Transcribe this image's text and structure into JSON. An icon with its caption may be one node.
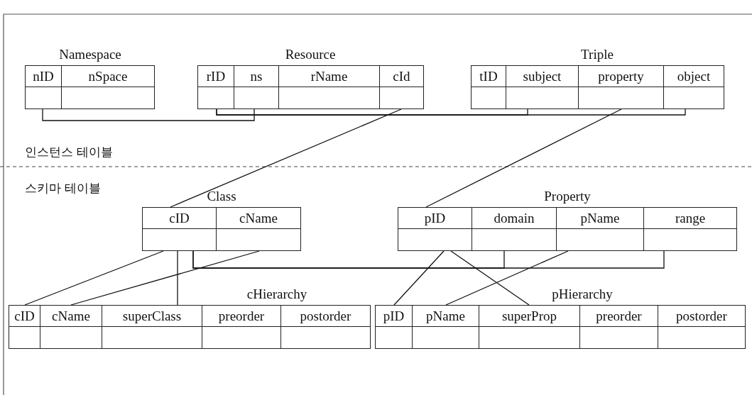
{
  "diagram": {
    "nodes": [
      {
        "text": [
          "Namespace"
        ]
      },
      {
        "text": [
          "nID"
        ],
        "in": 0
      },
      {
        "text": [
          "nSpace"
        ],
        "in": 0
      },
      {
        "text": [
          "Resource"
        ]
      },
      {
        "text": [
          "rID"
        ],
        "in": 3
      },
      {
        "text": [
          "ns"
        ],
        "in": 3
      },
      {
        "text": [
          "rName"
        ],
        "in": 3
      },
      {
        "text": [
          "cId"
        ],
        "in": 3
      },
      {
        "text": [
          "Triple"
        ]
      },
      {
        "text": [
          "tID"
        ],
        "in": 8
      },
      {
        "text": [
          "subject"
        ],
        "in": 8
      },
      {
        "text": [
          "property"
        ],
        "in": 8
      },
      {
        "text": [
          "object"
        ],
        "in": 8
      },
      {
        "text": [
          "Class"
        ]
      },
      {
        "text": [
          "cID"
        ],
        "in": 13
      },
      {
        "text": [
          "cName"
        ],
        "in": 13
      },
      {
        "text": [
          "Property"
        ]
      },
      {
        "text": [
          "pID"
        ],
        "in": 16
      },
      {
        "text": [
          "domain"
        ],
        "in": 16
      },
      {
        "text": [
          "pName"
        ],
        "in": 16
      },
      {
        "text": [
          "range"
        ],
        "in": 16
      },
      {
        "text": [
          "cHierarchy"
        ]
      },
      {
        "text": [
          "cID"
        ],
        "in": 21
      },
      {
        "text": [
          "cName"
        ],
        "in": 21
      },
      {
        "text": [
          "superClass"
        ],
        "in": 21
      },
      {
        "text": [
          "preorder"
        ],
        "in": 21
      },
      {
        "text": [
          "postorder"
        ],
        "in": 21
      },
      {
        "text": [
          "pHierarchy"
        ]
      },
      {
        "text": [
          "pID"
        ],
        "in": 27
      },
      {
        "text": [
          "pName"
        ],
        "in": 27
      },
      {
        "text": [
          "superProp"
        ],
        "in": 27
      },
      {
        "text": [
          "preorder"
        ],
        "in": 27
      },
      {
        "text": [
          "postorder"
        ],
        "in": 27
      }
    ],
    "edges": [
      {
        "from": 1,
        "to": 5,
        "arrow": "none"
      },
      {
        "from": 4,
        "to": 10,
        "arrow": "none"
      },
      {
        "from": 4,
        "to": 12,
        "arrow": "none"
      },
      {
        "from": 7,
        "to": 14,
        "arrow": "none"
      },
      {
        "from": 11,
        "to": 17,
        "arrow": "none"
      },
      {
        "from": 14,
        "to": 22,
        "arrow": "none"
      },
      {
        "from": 15,
        "to": 23,
        "arrow": "none"
      },
      {
        "from": 14,
        "to": 24,
        "arrow": "none"
      },
      {
        "from": 14,
        "to": 18,
        "arrow": "none"
      },
      {
        "from": 14,
        "to": 20,
        "arrow": "none"
      },
      {
        "from": 17,
        "to": 28,
        "arrow": "none"
      },
      {
        "from": 17,
        "to": 30,
        "arrow": "none"
      },
      {
        "from": 19,
        "to": 29,
        "arrow": "none"
      }
    ],
    "labels": [
      "인스턴스 테이블",
      "스키마 테이블"
    ]
  }
}
